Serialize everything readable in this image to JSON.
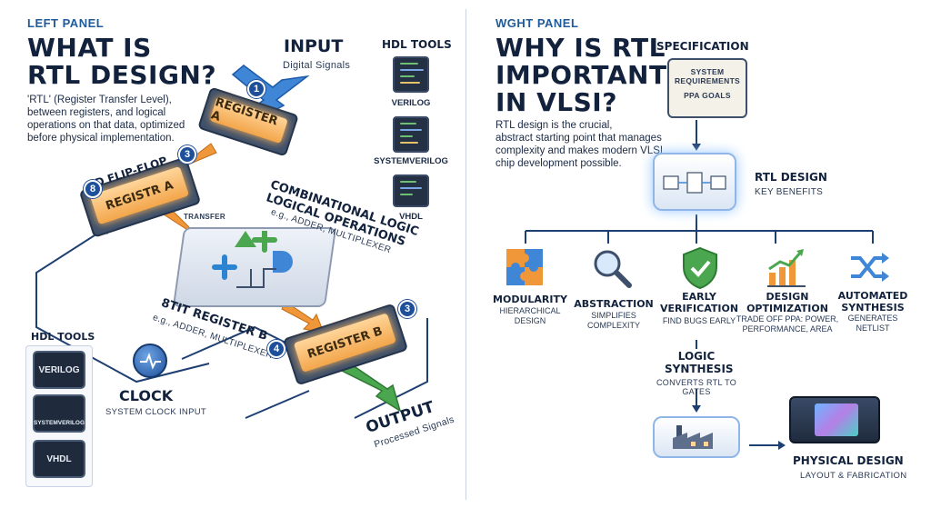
{
  "left": {
    "panel_tag": "LEFT PANEL",
    "title_line1": "WHAT IS",
    "title_line2": "RTL DESIGN?",
    "desc_line1": "'RTL' (Register Transfer Level),",
    "desc_line2": "between registers, and logical",
    "desc_line3": "operations on that data, optimized",
    "desc_line4": "before physical implementation.",
    "input_title": "INPUT",
    "input_sub": "Digital Signals",
    "hdl_tools_title": "HDL TOOLS",
    "hdl_top": [
      "VERILOG",
      "SYSTEMVERILOG",
      "VHDL"
    ],
    "hdl_bottom_title": "HDL TOOLS",
    "hdl_bottom": [
      "VERILOG",
      "SYSTEMVERILOG",
      "VHDL"
    ],
    "reg_top": "REGISTER A",
    "reg_mid": "REGISTR A",
    "reg_bottom": "REGISTER B",
    "dff_label": "D FLIP-FLOP",
    "transfer_label": "TRANSFER",
    "comb_title1": "COMBINATIONAL LOGIC",
    "comb_title2": "LOGICAL OPERATIONS",
    "comb_sub": "e.g., ADDER, MULTIPLEXER",
    "bit_reg_title": "8TIT REGISTER B",
    "bit_reg_sub": "e.g., ADDER, MULTIPLEXER",
    "clock_title": "CLOCK",
    "clock_sub": "SYSTEM CLOCK INPUT",
    "output_title": "OUTPUT",
    "output_sub": "Processed Signals",
    "badges": [
      "1",
      "3",
      "8",
      "3",
      "4"
    ]
  },
  "right": {
    "panel_tag": "WGHT PANEL",
    "title_line1": "WHY IS RTL",
    "title_line2": "IMPORTANT",
    "title_line3": "IN VLSI?",
    "desc_line1": "RTL design is the crucial,",
    "desc_line2": "abstract starting point that manages",
    "desc_line3": "complexity and makes modern VLSI",
    "desc_line4": "chip development possible.",
    "spec_title": "SPECIFICATION",
    "spec_line1": "SYSTEM",
    "spec_line2": "REQUIREMENTS",
    "spec_line3": "PPA GOALS",
    "rtl_title": "RTL DESIGN",
    "rtl_sub": "KEY BENEFITS",
    "benefits": [
      {
        "name1": "MODULARITY",
        "name2": "",
        "sub1": "HIERARCHICAL",
        "sub2": "DESIGN"
      },
      {
        "name1": "ABSTRACTION",
        "name2": "",
        "sub1": "SIMPLIFIES",
        "sub2": "COMPLEXITY"
      },
      {
        "name1": "EARLY",
        "name2": "VERIFICATION",
        "sub1": "FIND BUGS EARLY",
        "sub2": ""
      },
      {
        "name1": "DESIGN",
        "name2": "OPTIMIZATION",
        "sub1": "TRADE OFF PPA: POWER,",
        "sub2": "PERFORMANCE, AREA"
      },
      {
        "name1": "AUTOMATED",
        "name2": "SYNTHESIS",
        "sub1": "GENERATES",
        "sub2": "NETLIST"
      }
    ],
    "synth_title1": "LOGIC",
    "synth_title2": "SYNTHESIS",
    "synth_sub": "CONVERTS RTL TO GATES",
    "phys_title": "PHYSICAL DESIGN",
    "phys_sub": "LAYOUT & FABRICATION"
  },
  "colors": {
    "accent_blue": "#1e4f9a",
    "arrow_blue": "#3f86d6",
    "arrow_orange": "#f0973a",
    "arrow_green": "#4aa64f",
    "register_glow": "#ffb75a"
  }
}
